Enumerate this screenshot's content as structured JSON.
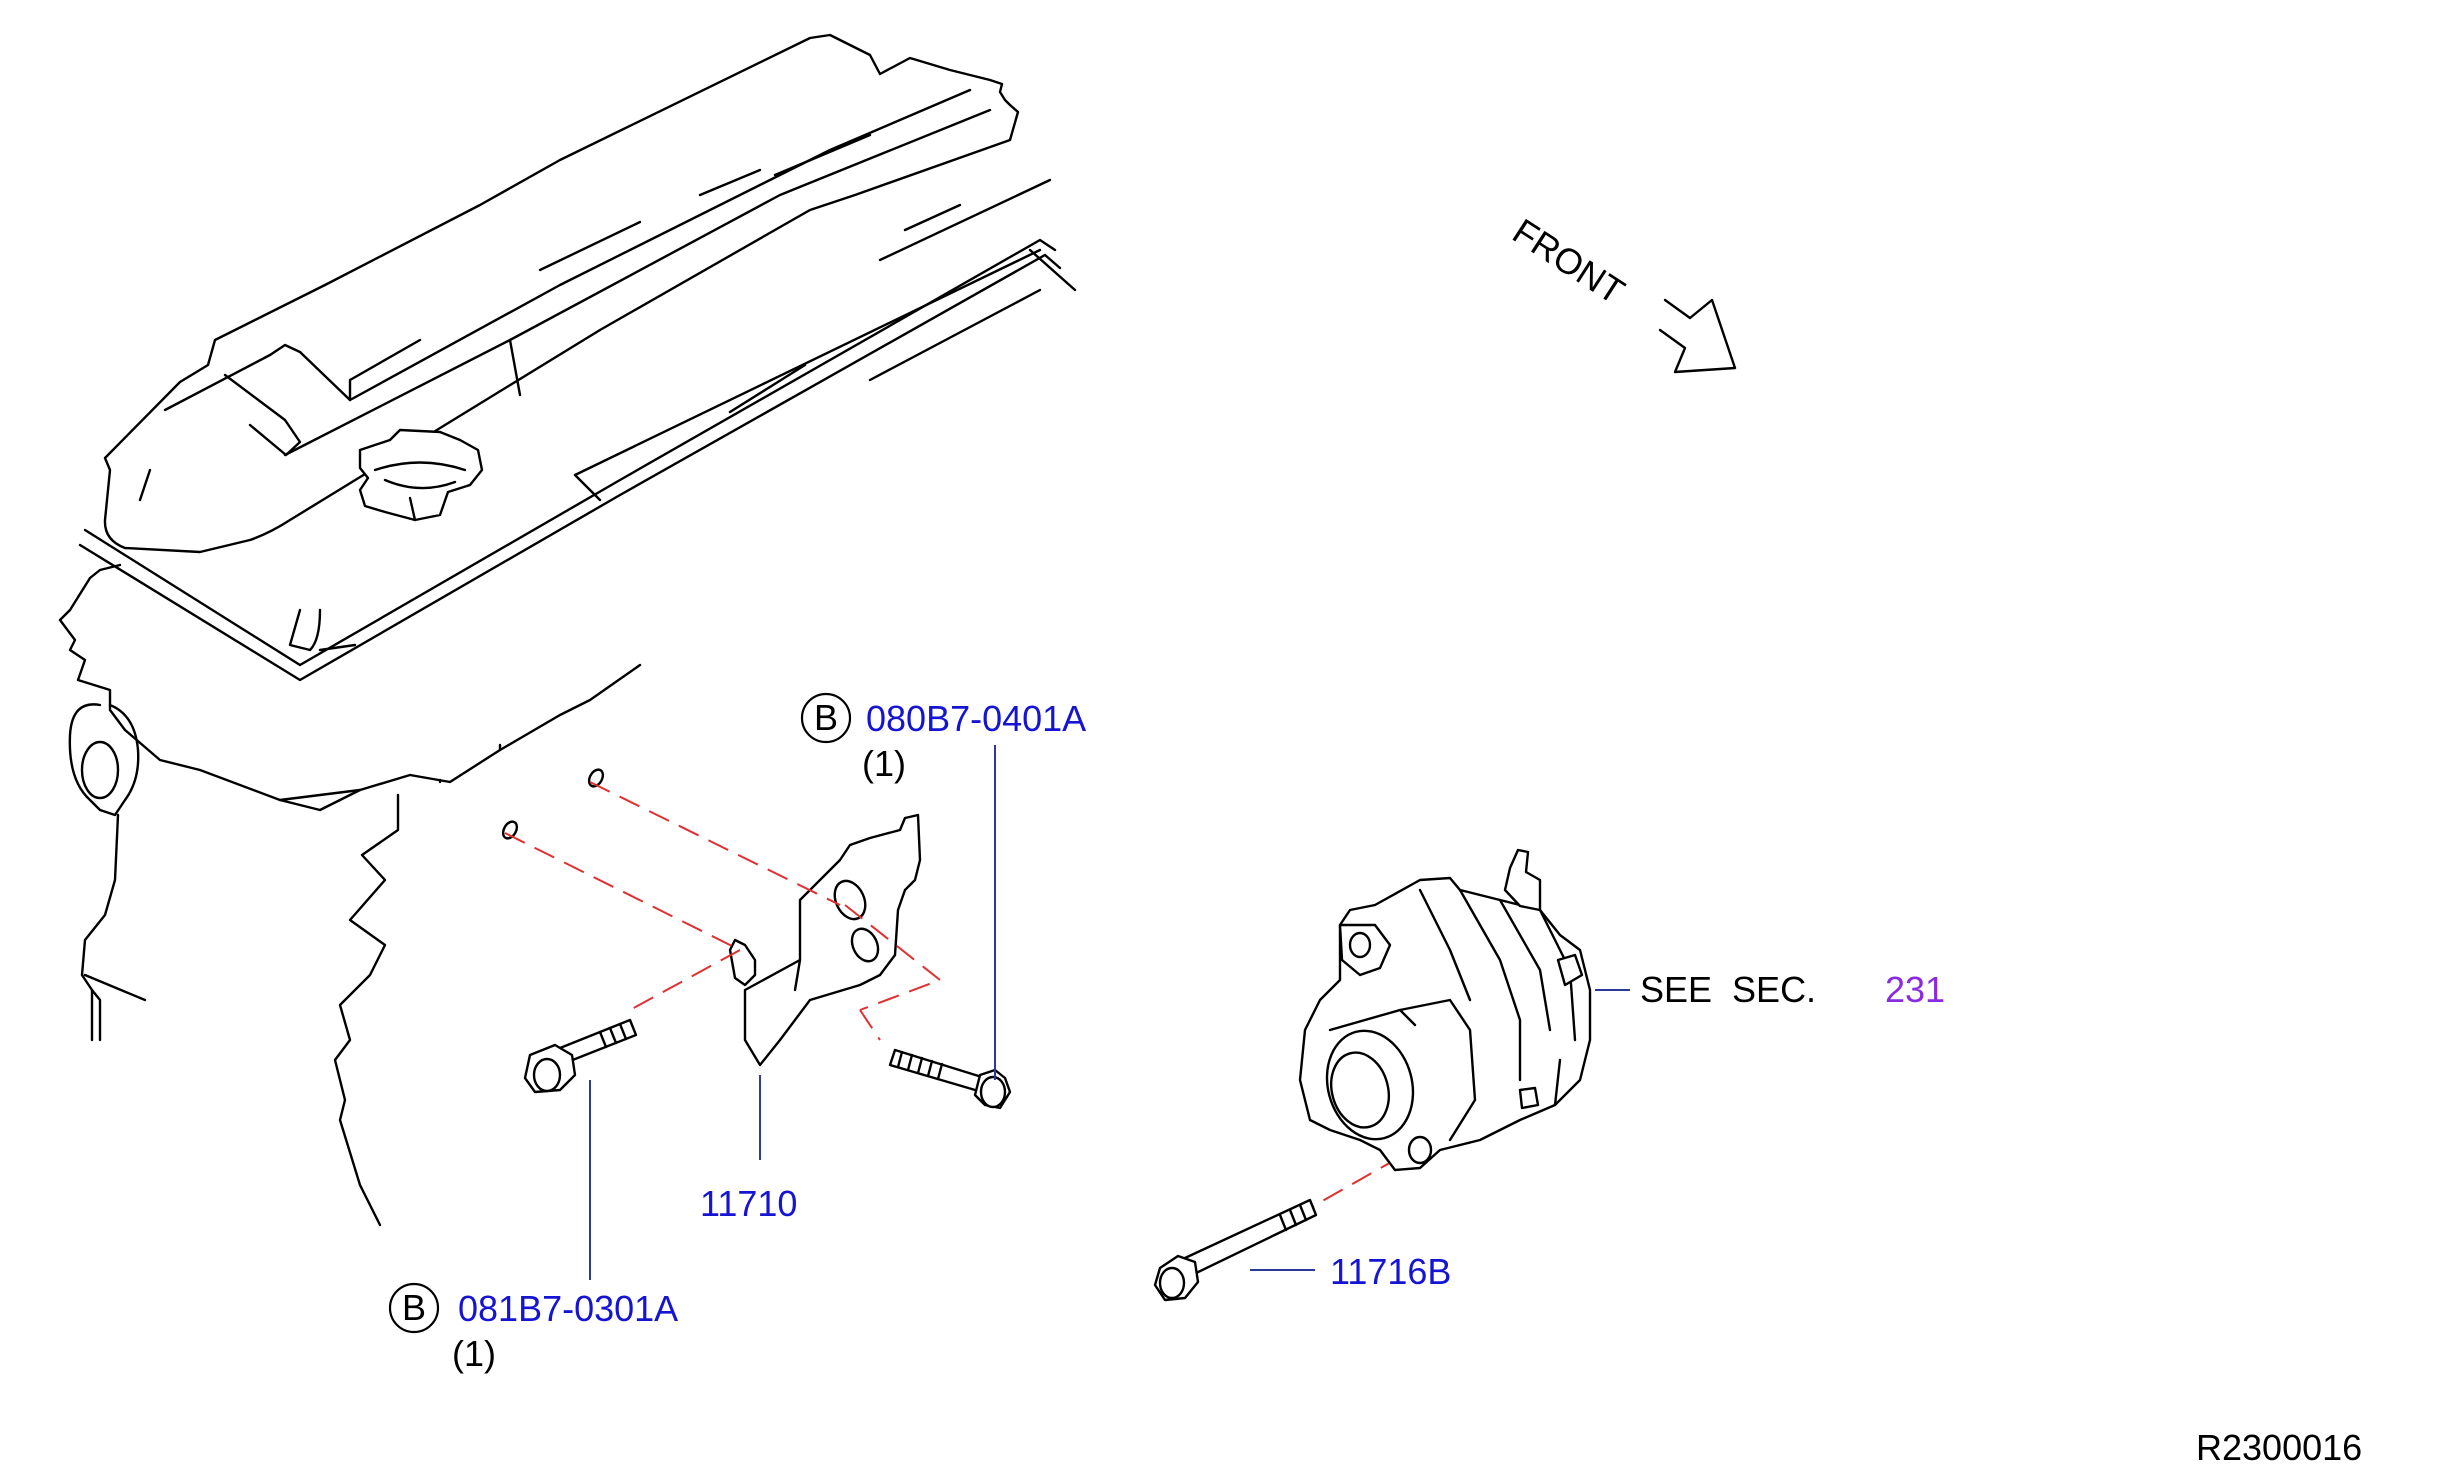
{
  "colors": {
    "part_number": "#1414d2",
    "section_ref": "#8a2be2",
    "text": "#000000",
    "leader": "#2a3a9a",
    "dashed": "#e03030"
  },
  "labels": {
    "front": "FRONT",
    "bolt_upper": {
      "badge": "B",
      "part_number": "080B7-0401A",
      "qty": "(1)"
    },
    "bolt_lower": {
      "badge": "B",
      "part_number": "081B7-0301A",
      "qty": "(1)"
    },
    "bracket": {
      "part_number": "11710"
    },
    "alternator_bolt": {
      "part_number": "11716B"
    },
    "see_section": {
      "text": "SEE  SEC.",
      "section": "231"
    },
    "diagram_id": "R2300016"
  }
}
